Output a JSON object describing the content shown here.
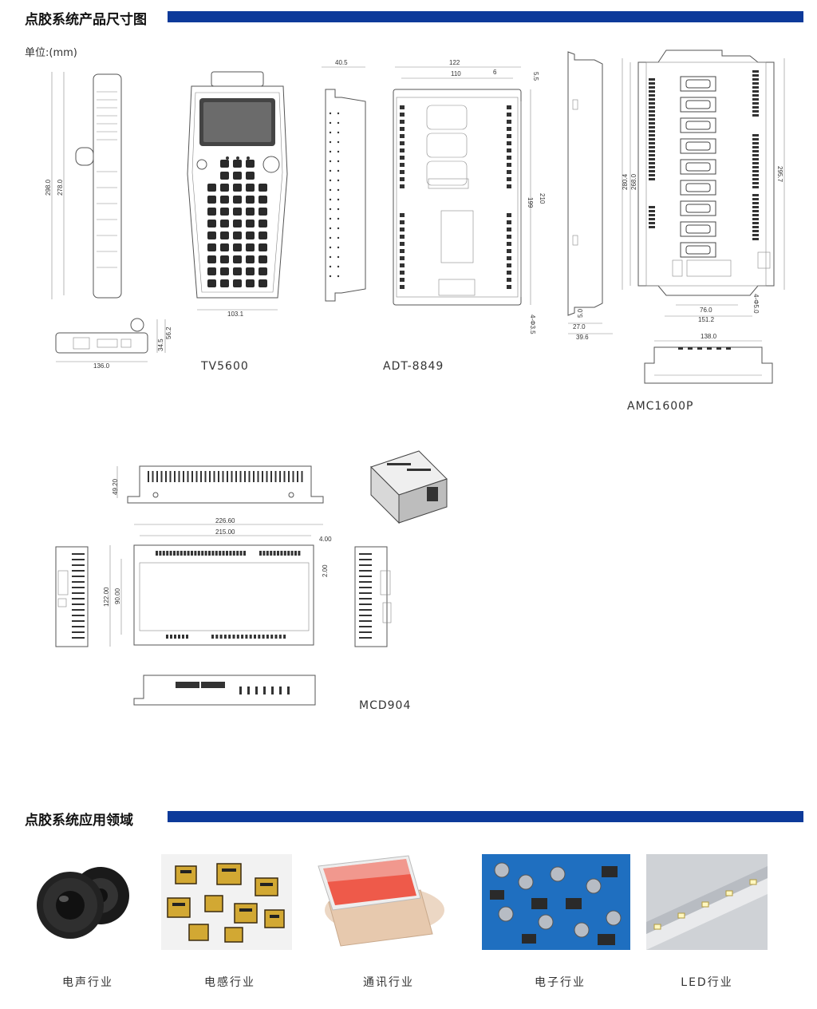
{
  "section1": {
    "title": "点胶系统产品尺寸图",
    "unit": "单位:(mm)"
  },
  "products": [
    {
      "name": "TV5600",
      "dims": [
        "298.0",
        "278.0",
        "103.1",
        "136.0",
        "34.5",
        "56.2"
      ]
    },
    {
      "name": "ADT-8849",
      "dims": [
        "40.5",
        "122",
        "110",
        "6",
        "5.5",
        "210",
        "199",
        "4-Φ3.5"
      ]
    },
    {
      "name": "AMC1600P",
      "dims": [
        "268.0",
        "280.4",
        "295.7",
        "76.0",
        "151.2",
        "4-Φ5.0",
        "5.0",
        "27.0",
        "39.6",
        "138.0"
      ]
    },
    {
      "name": "MCD904",
      "dims": [
        "49.20",
        "226.60",
        "215.00",
        "4.00",
        "122.00",
        "90.00",
        "2.00"
      ]
    }
  ],
  "section2": {
    "title": "点胶系统应用领域"
  },
  "applications": [
    {
      "label": "电声行业",
      "icon": "speaker-image"
    },
    {
      "label": "电感行业",
      "icon": "inductor-image"
    },
    {
      "label": "通讯行业",
      "icon": "smartphone-image"
    },
    {
      "label": "电子行业",
      "icon": "circuit-board-image"
    },
    {
      "label": "LED行业",
      "icon": "led-strip-image"
    }
  ],
  "colors": {
    "accent": "#0d3a9a"
  }
}
